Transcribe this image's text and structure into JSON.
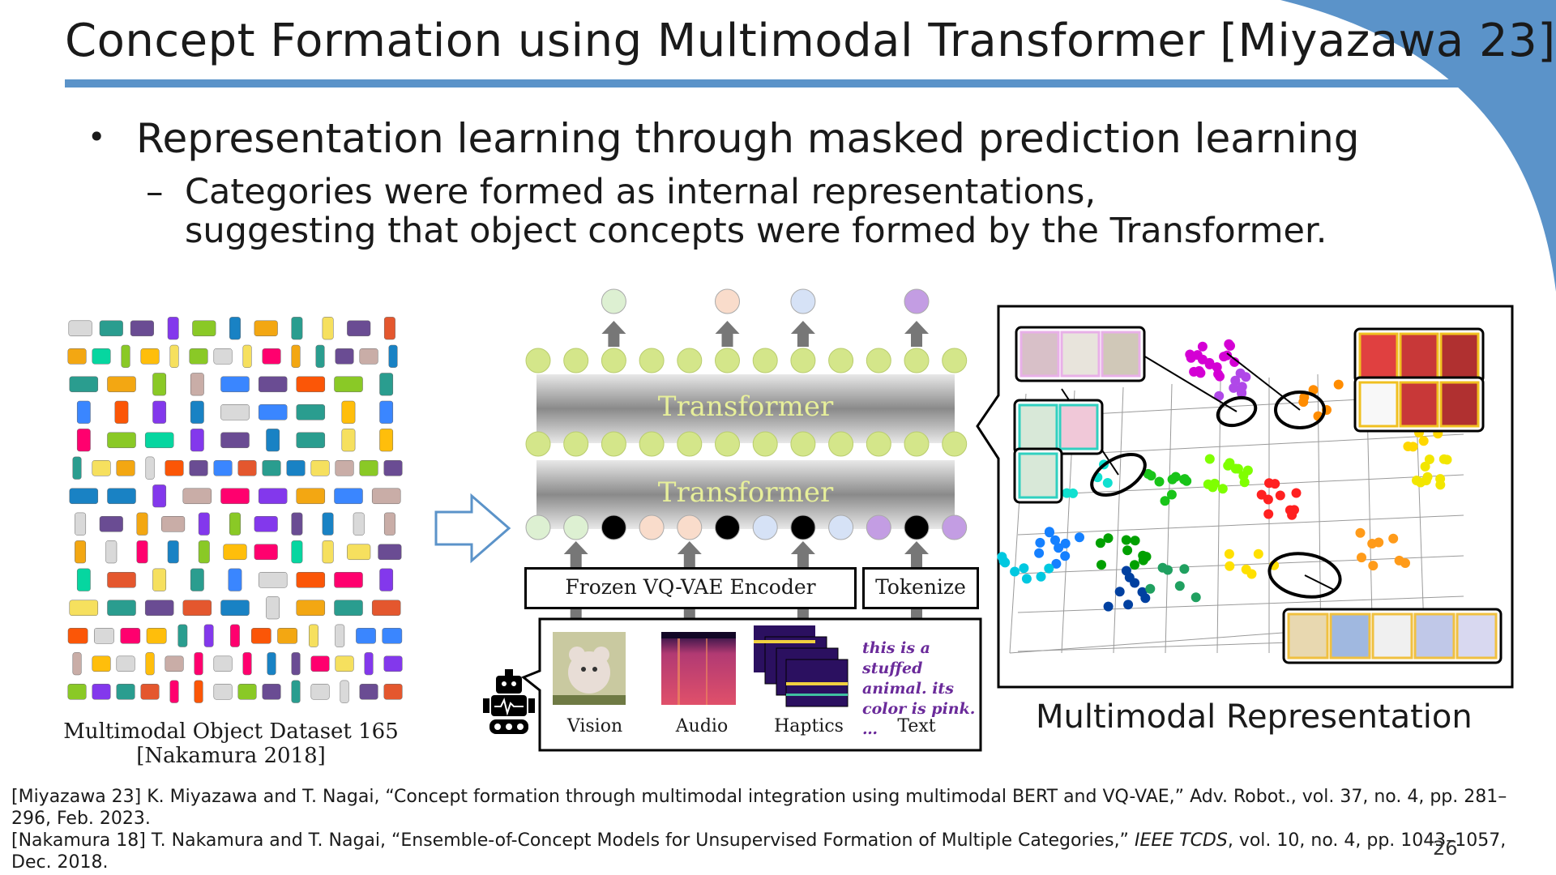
{
  "slide": {
    "title": "Concept Formation using Multimodal Transformer [Miyazawa 23]",
    "bullet": "Representation learning through masked prediction learning",
    "sub_line1": "Categories were formed as internal representations,",
    "sub_line2": "suggesting that object concepts were formed by the Transformer.",
    "page_number": "26"
  },
  "dataset": {
    "caption_line1": "Multimodal Object Dataset 165",
    "caption_line2": "[Nakamura 2018]"
  },
  "diagram": {
    "transformer_label": "Transformer",
    "encoder_label": "Frozen VQ-VAE Encoder",
    "tokenize_label": "Tokenize",
    "modalities": [
      "Vision",
      "Audio",
      "Haptics",
      "Text"
    ],
    "text_sample": "this is a stuffed animal. its color is pink. …",
    "colors": {
      "token_lime": "#d4e68a",
      "mask": "#000000",
      "vision": "#ddf0d2",
      "audio": "#f9dccb",
      "haptics": "#d6e2f6",
      "text": "#c39de3"
    }
  },
  "representation": {
    "label": "Multimodal Representation"
  },
  "references": {
    "ref1": "[Miyazawa 23] K. Miyazawa and T. Nagai, “Concept formation through multimodal integration using multimodal BERT and VQ-VAE,” Adv. Robot., vol. 37, no. 4, pp. 281–296, Feb. 2023.",
    "ref2_pre": "[Nakamura 18] T. Nakamura and T. Nagai, “Ensemble-of-Concept Models for Unsupervised Formation of Multiple Categories,” ",
    "ref2_journal": "IEEE TCDS",
    "ref2_post": ", vol. 10, no. 4, pp. 1043–1057, Dec. 2018."
  }
}
